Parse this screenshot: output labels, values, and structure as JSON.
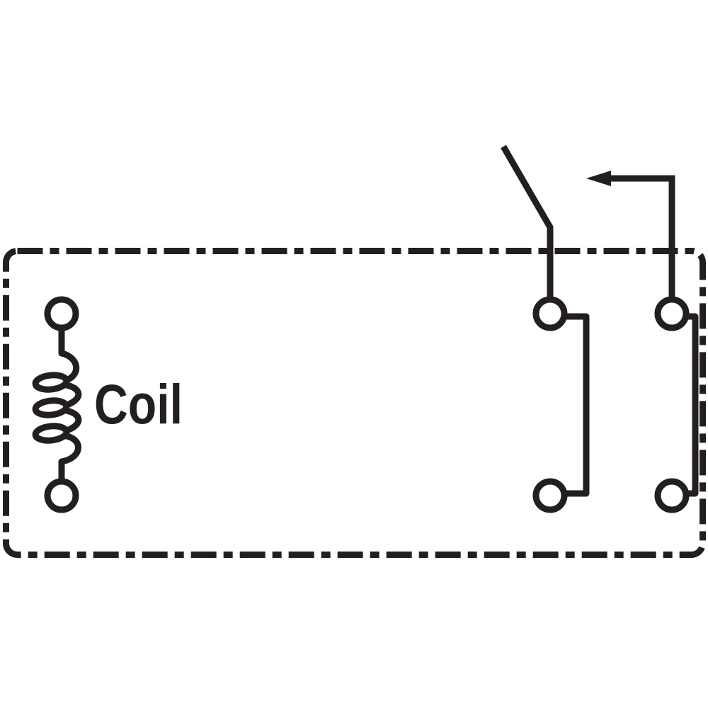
{
  "diagram": {
    "type": "relay-schematic",
    "label": "Coil",
    "colors": {
      "line": "#231f20",
      "background": "#ffffff"
    },
    "components": {
      "enclosure": "dash-dot relay case outline",
      "coil_terminals": 2,
      "contact_terminals": 4,
      "switch": "changeover armature with arrow"
    }
  }
}
